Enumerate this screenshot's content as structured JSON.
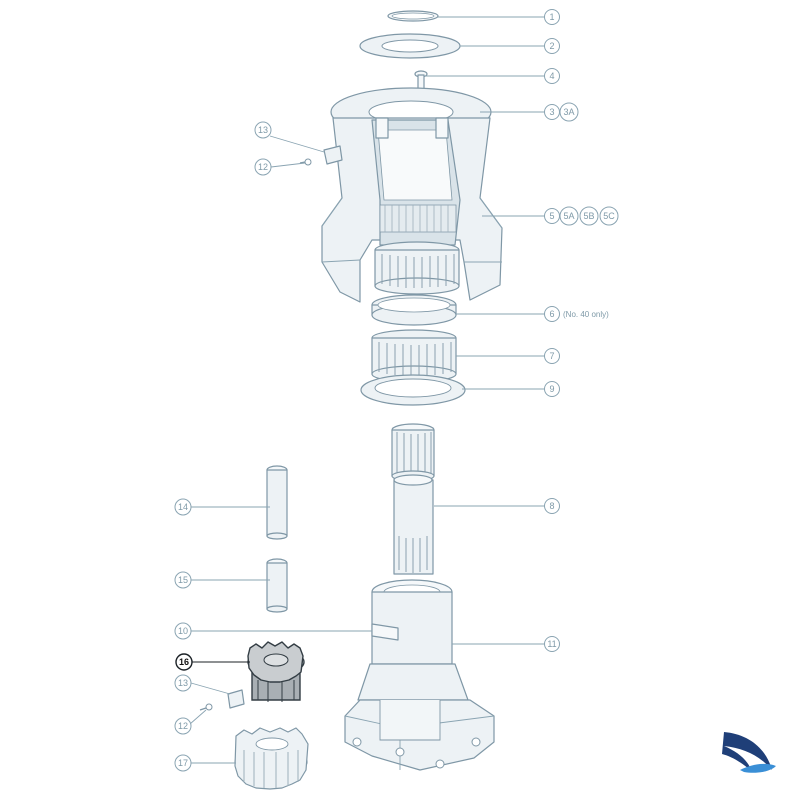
{
  "callouts": {
    "c1": "1",
    "c2": "2",
    "c4": "4",
    "c3": "3",
    "c3a": "3A",
    "c13_top": "13",
    "c12_top": "12",
    "c5": "5",
    "c5a": "5A",
    "c5b": "5B",
    "c5c": "5C",
    "c6": "6",
    "c6_note": "(No. 40 only)",
    "c7": "7",
    "c9": "9",
    "c8": "8",
    "c14": "14",
    "c15": "15",
    "c10": "10",
    "c11": "11",
    "c16": "16",
    "c13_bottom": "13",
    "c12_bottom": "12",
    "c17": "17"
  },
  "highlighted_part": "16",
  "colors": {
    "part_fill": "#edf2f5",
    "part_stroke": "#7f97a6",
    "highlight_fill": "#c9cdd0",
    "highlight_stroke": "#333d44",
    "callout_text": "#7f9aa8",
    "logo_dark": "#1f3f78",
    "logo_light": "#3a8fd6"
  },
  "logo": {
    "icon": "sail-swoosh-logo-icon"
  }
}
